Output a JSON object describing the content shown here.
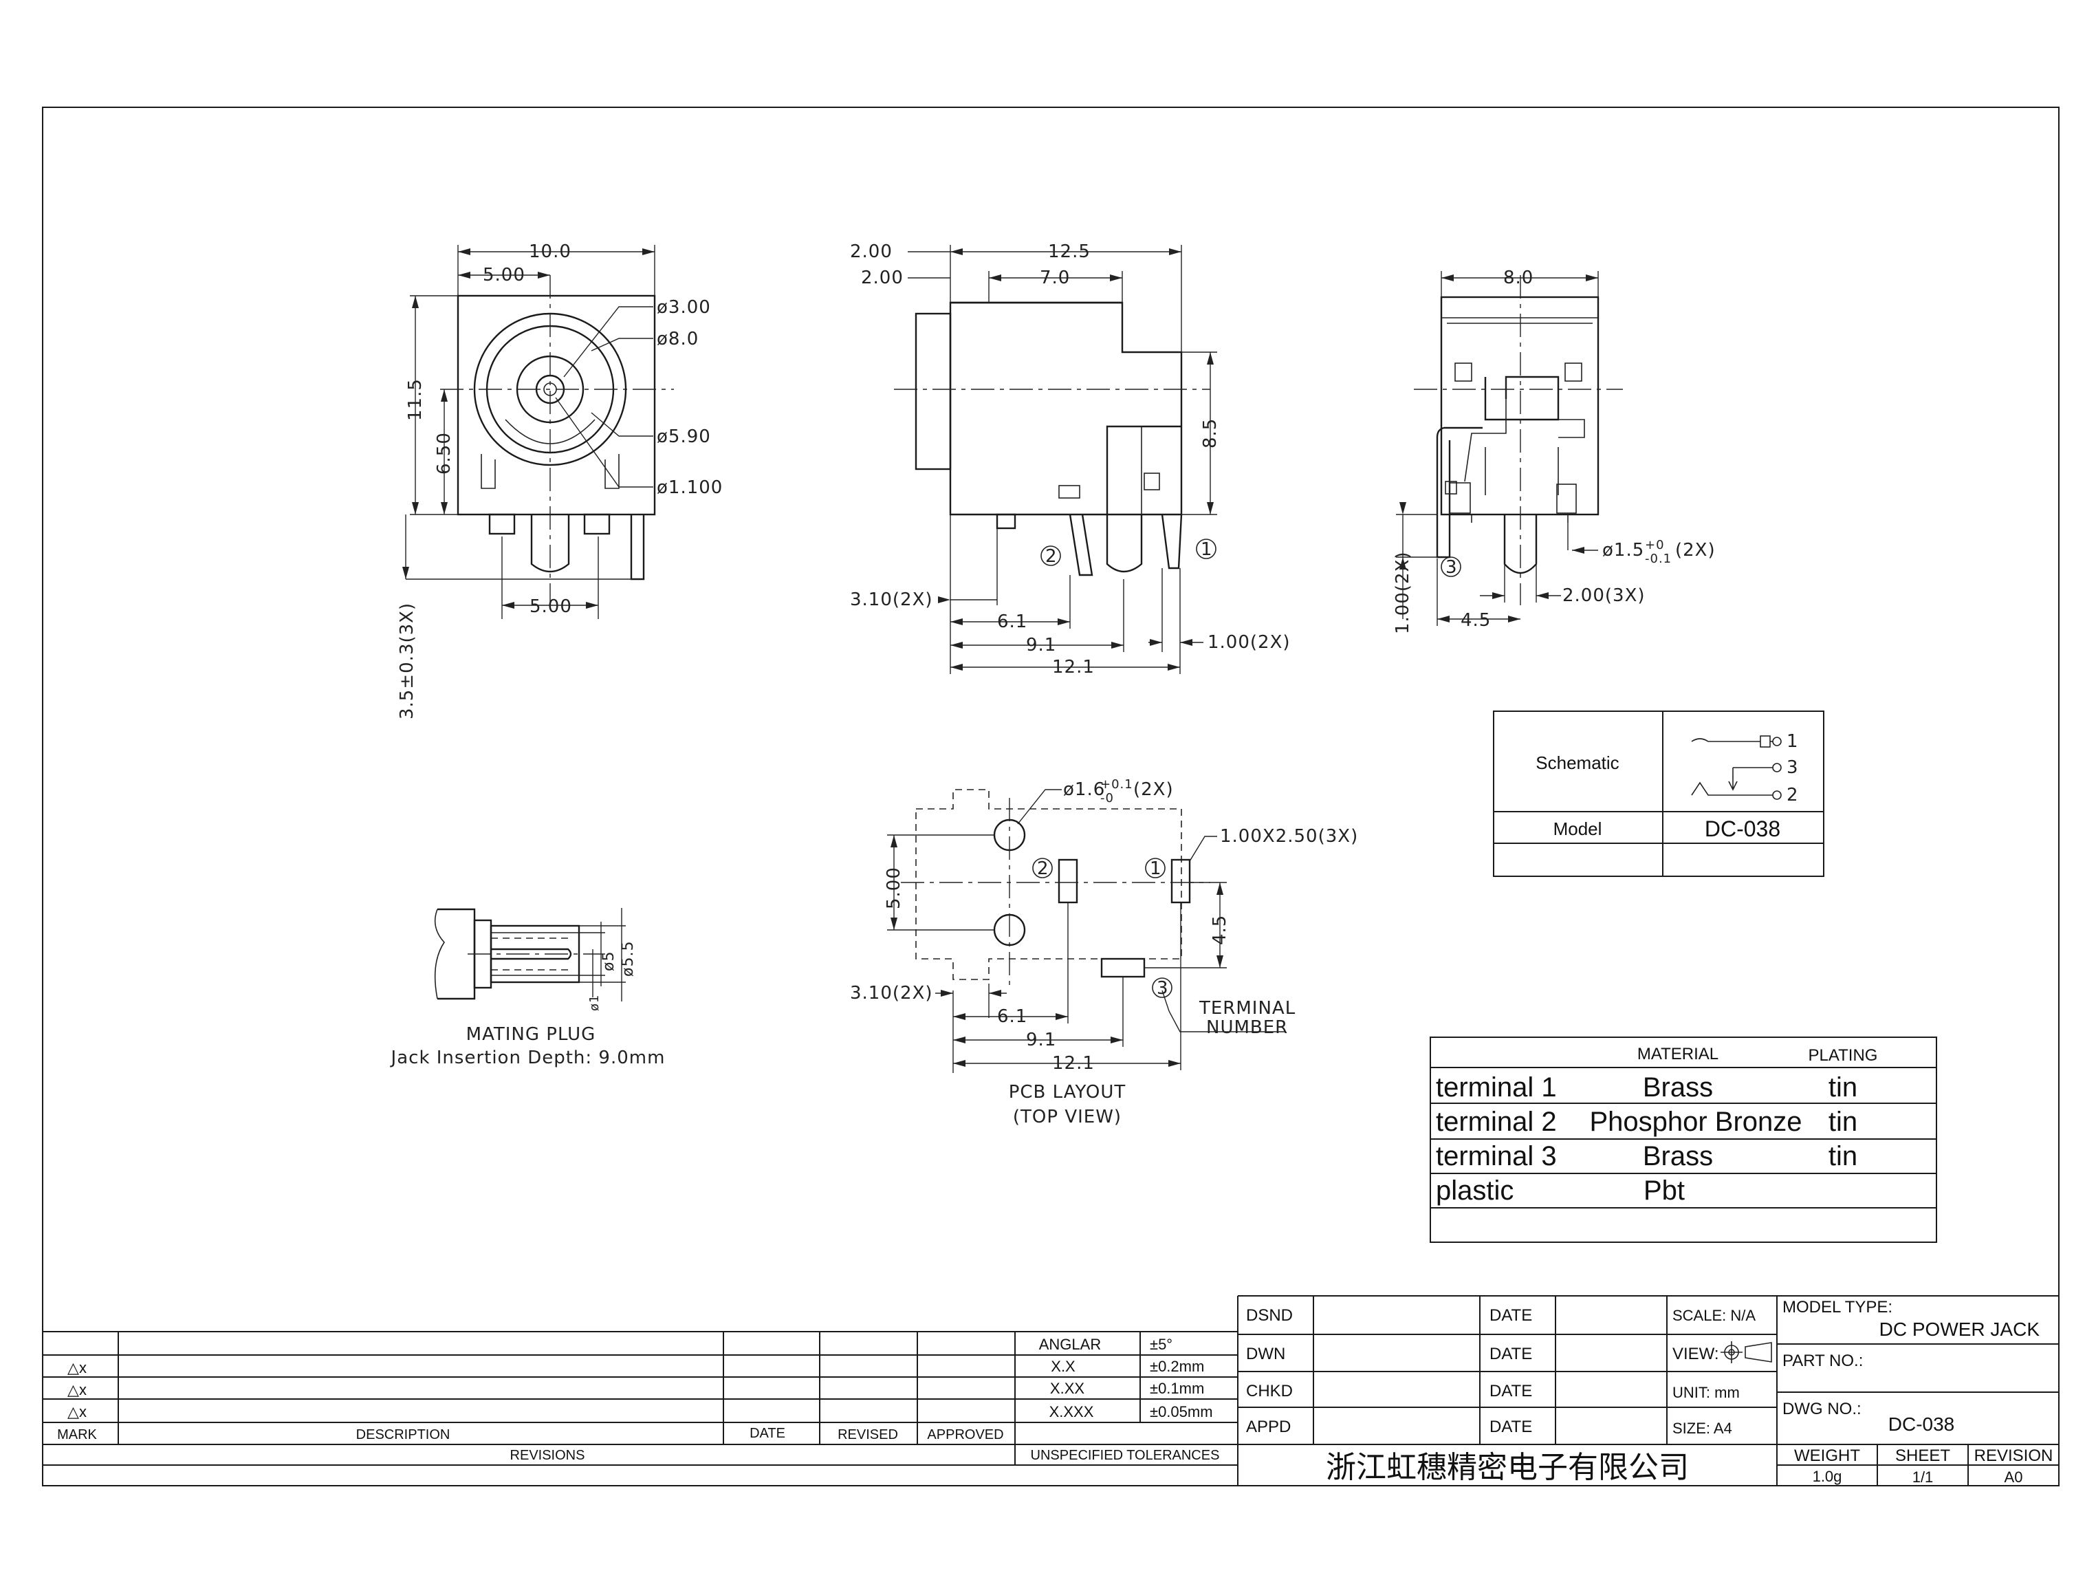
{
  "front_view": {
    "dim_width": "10.0",
    "dim_half_width": "5.00",
    "dim_height": "11.5",
    "dim_center_height": "6.50",
    "dia_center_pin": "ø3.00",
    "dia_outer": "ø8.0",
    "dia_inner": "ø5.90",
    "dia_pin_hole": "ø1.100",
    "dim_pin_spacing": "5.00",
    "dim_pin_length": "3.5±0.3(3X)"
  },
  "side_view": {
    "dim_2a": "2.00",
    "dim_2b": "2.00",
    "dim_length": "12.5",
    "dim_7": "7.0",
    "dim_height": "8.5",
    "dim_pin_width": "3.10(2X)",
    "dim_6_1": "6.1",
    "dim_9_1": "9.1",
    "dim_12_1": "12.1",
    "dim_pin_thk": "1.00(2X)",
    "label_pin1": "1",
    "label_pin2": "2"
  },
  "back_view": {
    "dim_width": "8.0",
    "dim_hole": "ø1.5",
    "dim_hole_tol_up": "+0",
    "dim_hole_tol_dn": "-0.1",
    "dim_hole_qty": "(2X)",
    "dim_pin_len": "1.00(2X)",
    "dim_4_5": "4.5",
    "dim_pin3": "2.00(3X)",
    "label_pin3": "3"
  },
  "mating_plug": {
    "dim_5": "ø5",
    "dim_5_5": "ø5.5",
    "dim_1": "ø1",
    "title": "MATING PLUG",
    "subtitle": "Jack Insertion Depth: 9.0mm"
  },
  "pcb_layout": {
    "dim_hole": "ø1.6",
    "dim_hole_tol_up": "+0.1",
    "dim_hole_tol_dn": "-0",
    "dim_hole_qty": "(2X)",
    "dim_slot": "1.00X2.50(3X)",
    "dim_5": "5.00",
    "dim_4_5": "4.5",
    "dim_3_10": "3.10(2X)",
    "dim_6_1": "6.1",
    "dim_9_1": "9.1",
    "dim_12_1": "12.1",
    "terminal_label_1": "TERMINAL",
    "terminal_label_2": "NUMBER",
    "title_1": "PCB LAYOUT",
    "title_2": "(TOP VIEW)",
    "label_pin1": "1",
    "label_pin2": "2",
    "label_pin3": "3"
  },
  "schematic_table": {
    "schematic_label": "Schematic",
    "model_label": "Model",
    "model_value": "DC-038",
    "pin_1": "1",
    "pin_3": "3",
    "pin_2": "2"
  },
  "material_table": {
    "col_material": "MATERIAL",
    "col_plating": "PLATING",
    "rows": [
      {
        "part": "terminal 1",
        "material": "Brass",
        "plating": "tin"
      },
      {
        "part": "terminal 2",
        "material": "Phosphor Bronze",
        "plating": "tin"
      },
      {
        "part": "terminal 3",
        "material": "Brass",
        "plating": "tin"
      },
      {
        "part": "plastic",
        "material": "Pbt",
        "plating": ""
      }
    ]
  },
  "revisions": {
    "rows": [
      "△x",
      "△x",
      "△x"
    ],
    "col_mark": "MARK",
    "col_description": "DESCRIPTION",
    "col_date": "DATE",
    "col_revised": "REVISED",
    "col_approved": "APPROVED",
    "footer": "REVISIONS"
  },
  "tolerances": {
    "rows": [
      {
        "label": "ANGLAR",
        "value": "±5°"
      },
      {
        "label": "X.X",
        "value": "±0.2mm"
      },
      {
        "label": "X.XX",
        "value": "±0.1mm"
      },
      {
        "label": "X.XXX",
        "value": "±0.05mm"
      }
    ],
    "footer": "UNSPECIFIED TOLERANCES"
  },
  "title_block": {
    "dsnd": "DSND",
    "dwn": "DWN",
    "chkd": "CHKD",
    "appd": "APPD",
    "date": "DATE",
    "scale": "SCALE: N/A",
    "view": "VIEW:",
    "unit": "UNIT: mm",
    "size": "SIZE: A4",
    "model_type_label": "MODEL TYPE:",
    "model_type_value": "DC POWER JACK",
    "part_no_label": "PART NO.:",
    "dwg_no_label": "DWG NO.:",
    "dwg_no_value": "DC-038",
    "company": "浙江虹穗精密电子有限公司",
    "weight_label": "WEIGHT",
    "weight_value": "1.0g",
    "sheet_label": "SHEET",
    "sheet_value": "1/1",
    "revision_label": "REVISION",
    "revision_value": "A0"
  }
}
